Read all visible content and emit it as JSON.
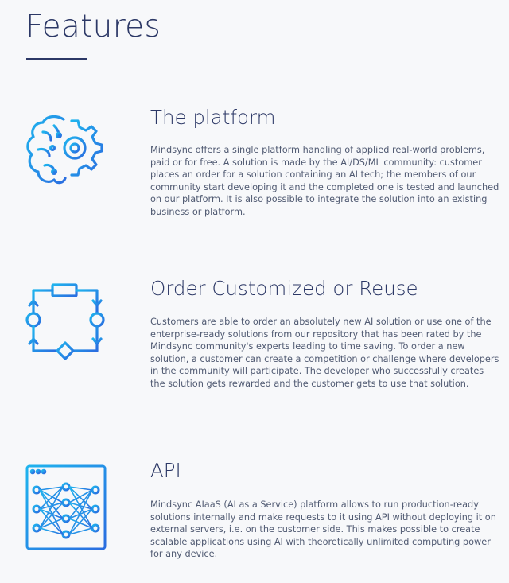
{
  "page": {
    "title": "Features"
  },
  "colors": {
    "heading": "#2c3866",
    "body_text": "#505a72",
    "icon_gradient_start": "#1fb4ee",
    "icon_gradient_end": "#2a6de0",
    "background": "#f7f8fa"
  },
  "features": [
    {
      "icon": "brain-gear-icon",
      "title": "The platform",
      "description": "Mindsync offers a single platform handling of applied real-world problems, paid or for free. A solution is made by the AI/DS/ML community: customer places an order for a solution containing an AI tech; the members of our community start developing it and the completed one is tested and launched on our platform. It is also possible to integrate the solution into an existing business or platform."
    },
    {
      "icon": "workflow-cycle-icon",
      "title": "Order Customized or Reuse",
      "description": "Customers are able to order an absolutely new AI solution or use one of the enterprise-ready solutions from our repository that has been rated by the Mindsync community's experts leading to time saving. To order a new solution, a customer can create a competition or challenge where developers in the community will participate. The developer who successfully creates the solution gets rewarded and the customer gets to use that solution."
    },
    {
      "icon": "neural-network-window-icon",
      "title": "API",
      "description": "Mindsync AIaaS (AI as a Service) platform allows to run production-ready solutions internally and make requests to it using API without deploying it on external servers, i.e. on the customer side. This makes possible to create scalable applications using AI with theoretically unlimited computing power for any device."
    }
  ]
}
